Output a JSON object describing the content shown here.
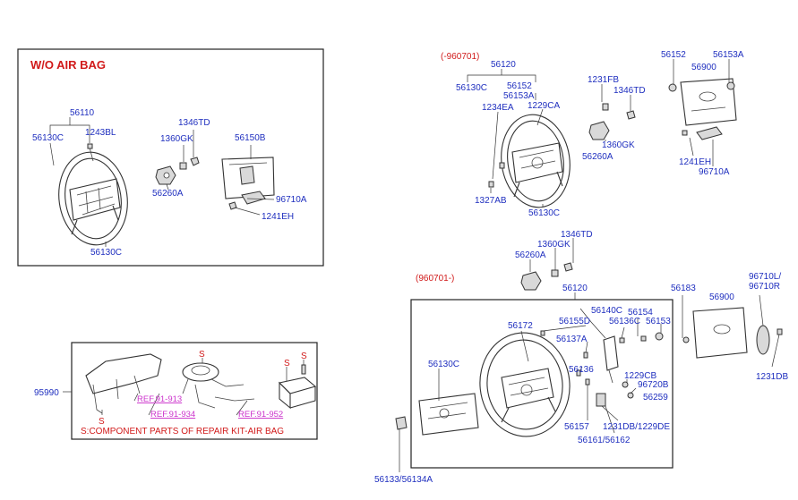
{
  "colors": {
    "label": "#1f2fbf",
    "title": "#d11a1a",
    "ref": "#cc33cc",
    "line": "#222222"
  },
  "box_wo_airbag": {
    "title": "W/O AIR BAG",
    "labels": {
      "p56110": "56110",
      "p56130c_top": "56130C",
      "p1243bl": "1243BL",
      "p1346td": "1346TD",
      "p1360gk": "1360GK",
      "p56150b": "56150B",
      "p56260a": "56260A",
      "p96710a": "96710A",
      "p1241eh": "1241EH",
      "p56130c_bottom": "56130C"
    }
  },
  "top_right": {
    "date_code": "(-960701)",
    "labels": {
      "p56120": "56120",
      "p56130c": "56130C",
      "p56152": "56152",
      "p56153a": "56153A",
      "p1231fb": "1231FB",
      "p1346td": "1346TD",
      "p1234ea": "1234EA",
      "p1229ca": "1229CA",
      "p1360gk": "1360GK",
      "p56260a": "56260A",
      "p1327ab": "1327AB",
      "p56130c_bottom": "56130C"
    }
  },
  "far_right_top": {
    "labels": {
      "p56152": "56152",
      "p56153a": "56153A",
      "p56900": "56900",
      "p1241eh": "1241EH",
      "p96710a": "96710A"
    }
  },
  "middle_parts": {
    "labels": {
      "p1346td": "1346TD",
      "p1360gk": "1360GK",
      "p56260a": "56260A"
    }
  },
  "bottom_right": {
    "date_code": "(960701-)",
    "labels": {
      "p56120": "56120",
      "p56140c": "56140C",
      "p56154": "56154",
      "p56155d": "56155D",
      "p56136c": "56136C",
      "p56153": "56153",
      "p56172": "56172",
      "p56137a": "56137A",
      "p56130c": "56130C",
      "p56136": "56136",
      "p1229cb": "1229CB",
      "p96720b": "96720B",
      "p56259": "56259",
      "p56157": "56157",
      "p1231db_1229de": "1231DB/1229DE",
      "p56161_56162": "56161/56162",
      "p56133_56134a": "56133/56134A",
      "p56183": "56183",
      "p56900": "56900",
      "p96710l_1": "96710L/",
      "p96710l_2": "96710R",
      "p1231db": "1231DB"
    }
  },
  "repair_kit": {
    "part_number": "95990",
    "s_marks": [
      "S",
      "S",
      "S",
      "S"
    ],
    "refs": [
      "REF.91-913",
      "REF.91-934",
      "REF.91-952"
    ],
    "note": "S:COMPONENT PARTS OF REPAIR KIT-AIR BAG"
  }
}
